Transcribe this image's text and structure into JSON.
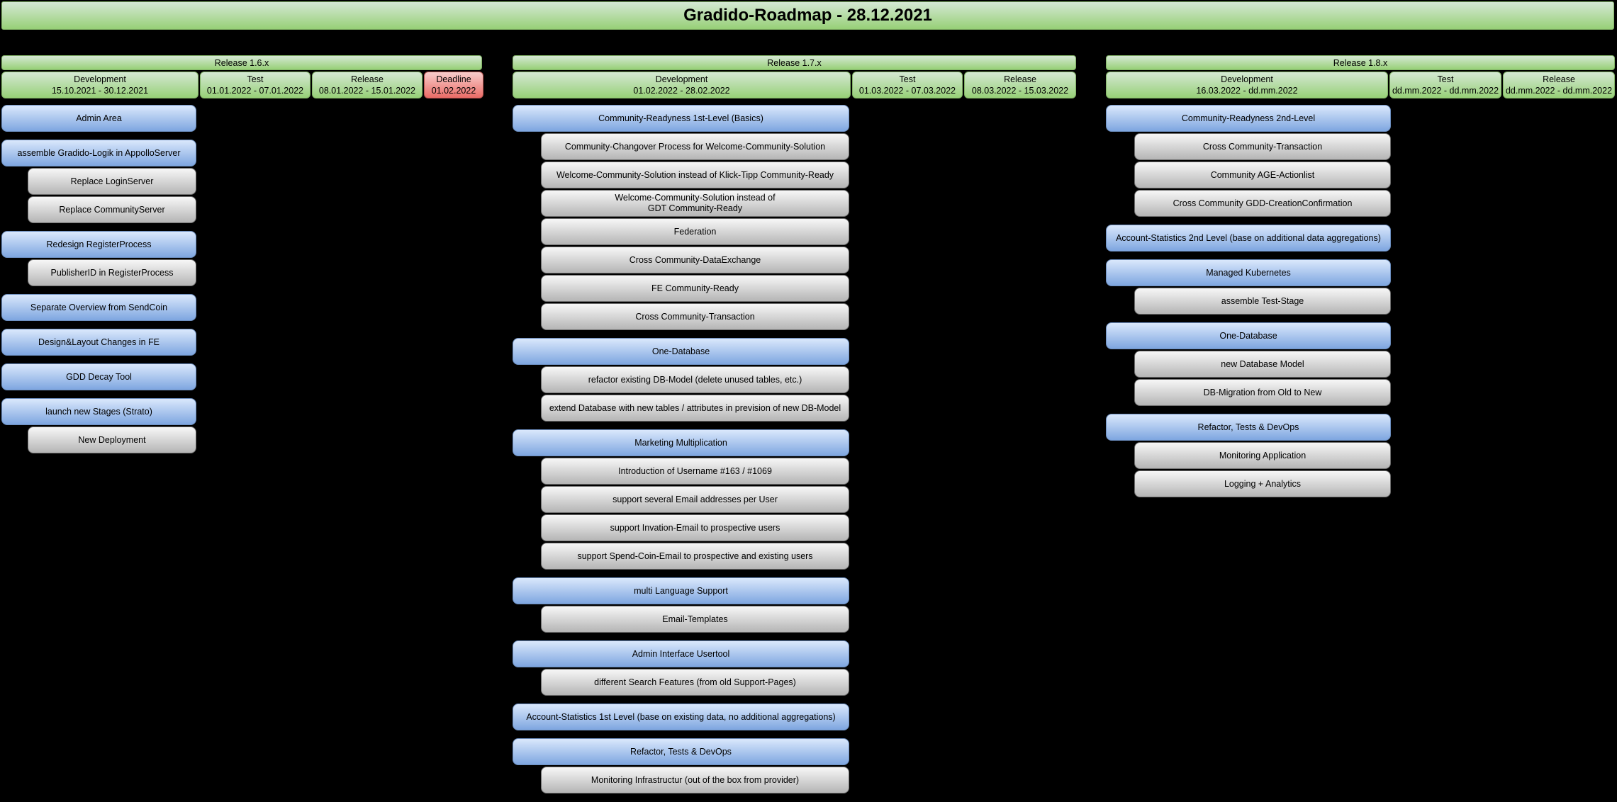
{
  "title": "Gradido-Roadmap - 28.12.2021",
  "colors": {
    "background": "#000000",
    "green_top": "#d5e8d4",
    "green_bottom": "#97d077",
    "green_border": "#82b366",
    "blue_top": "#dae8fc",
    "blue_bottom": "#7ea6e0",
    "blue_border": "#6c8ebf",
    "gray_top": "#f7f7f7",
    "gray_bottom": "#b5b5b5",
    "gray_border": "#6e6e6e",
    "red_top": "#f8cecc",
    "red_bottom": "#ea6b66",
    "red_border": "#b85450",
    "text": "#000000"
  },
  "releases": [
    {
      "name": "Release 1.6.x",
      "phases": [
        {
          "label": "Development",
          "dates": "15.10.2021 - 30.12.2021",
          "type": "green"
        },
        {
          "label": "Test",
          "dates": "01.01.2022 - 07.01.2022",
          "type": "green"
        },
        {
          "label": "Release",
          "dates": "08.01.2022 - 15.01.2022",
          "type": "green"
        },
        {
          "label": "Deadline",
          "dates": "01.02.2022",
          "type": "deadline"
        }
      ],
      "groups": [
        {
          "parent": "Admin Area",
          "children": []
        },
        {
          "parent": "assemble Gradido-Logik in AppolloServer",
          "children": [
            "Replace LoginServer",
            "Replace CommunityServer"
          ]
        },
        {
          "parent": "Redesign RegisterProcess",
          "children": [
            "PublisherID in RegisterProcess"
          ]
        },
        {
          "parent": "Separate Overview from SendCoin",
          "children": []
        },
        {
          "parent": "Design&Layout Changes in FE",
          "children": []
        },
        {
          "parent": "GDD Decay Tool",
          "children": []
        },
        {
          "parent": "launch new Stages (Strato)",
          "children": [
            "New Deployment"
          ]
        }
      ]
    },
    {
      "name": "Release 1.7.x",
      "phases": [
        {
          "label": "Development",
          "dates": "01.02.2022 - 28.02.2022",
          "type": "green"
        },
        {
          "label": "Test",
          "dates": "01.03.2022 - 07.03.2022",
          "type": "green"
        },
        {
          "label": "Release",
          "dates": "08.03.2022 - 15.03.2022",
          "type": "green"
        }
      ],
      "groups": [
        {
          "parent": "Community-Readyness 1st-Level (Basics)",
          "children": [
            "Community-Changover Process for Welcome-Community-Solution",
            "Welcome-Community-Solution instead of Klick-Tipp Community-Ready",
            "Welcome-Community-Solution instead of\nGDT Community-Ready",
            "Federation",
            "Cross Community-DataExchange",
            "FE Community-Ready",
            "Cross Community-Transaction"
          ]
        },
        {
          "parent": "One-Database",
          "children": [
            "refactor existing DB-Model (delete unused tables, etc.)",
            "extend Database with new tables / attributes in prevision of new DB-Model"
          ]
        },
        {
          "parent": "Marketing Multiplication",
          "children": [
            "Introduction of Username #163 / #1069",
            "support several Email addresses per User",
            "support Invation-Email to prospective users",
            "support Spend-Coin-Email to prospective and existing users"
          ]
        },
        {
          "parent": "multi Language Support",
          "children": [
            "Email-Templates"
          ]
        },
        {
          "parent": "Admin Interface Usertool",
          "children": [
            "different Search Features (from old Support-Pages)"
          ]
        },
        {
          "parent": "Account-Statistics 1st Level (base on existing data, no additional aggregations)",
          "children": []
        },
        {
          "parent": "Refactor, Tests & DevOps",
          "children": [
            "Monitoring Infrastructur (out of the box from provider)"
          ]
        }
      ]
    },
    {
      "name": "Release 1.8.x",
      "phases": [
        {
          "label": "Development",
          "dates": "16.03.2022 - dd.mm.2022",
          "type": "green"
        },
        {
          "label": "Test",
          "dates": "dd.mm.2022 - dd.mm.2022",
          "type": "green"
        },
        {
          "label": "Release",
          "dates": "dd.mm.2022 - dd.mm.2022",
          "type": "green"
        }
      ],
      "groups": [
        {
          "parent": "Community-Readyness 2nd-Level",
          "children": [
            "Cross Community-Transaction",
            "Community AGE-Actionlist",
            "Cross Community GDD-CreationConfirmation"
          ]
        },
        {
          "parent": "Account-Statistics 2nd Level (base on additional data aggregations)",
          "children": []
        },
        {
          "parent": "Managed Kubernetes",
          "children": [
            "assemble Test-Stage"
          ]
        },
        {
          "parent": "One-Database",
          "children": [
            "new Database Model",
            "DB-Migration from Old to New"
          ]
        },
        {
          "parent": "Refactor, Tests & DevOps",
          "children": [
            "Monitoring Application",
            "Logging + Analytics"
          ]
        }
      ]
    }
  ]
}
